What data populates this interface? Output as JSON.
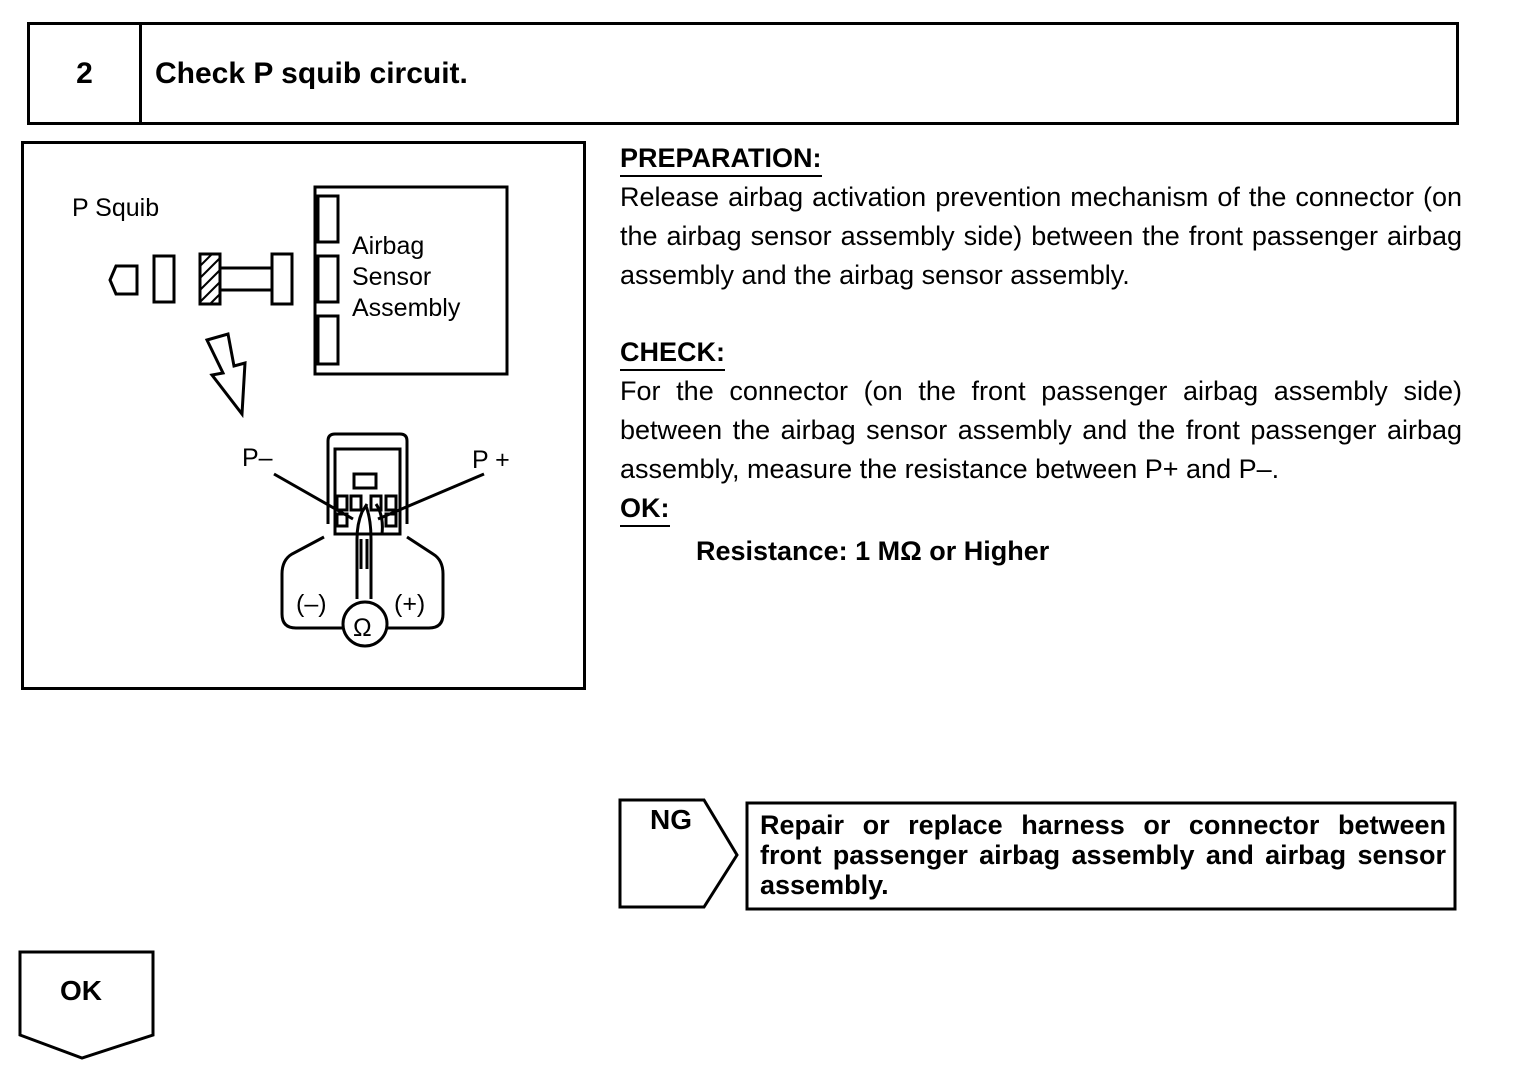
{
  "header": {
    "step_number": "2",
    "title": "Check P squib circuit."
  },
  "figure": {
    "p_squib_label": "P Squib",
    "module_label_lines": [
      "Airbag",
      "Sensor",
      "Assembly"
    ],
    "p_minus_label": "P–",
    "p_plus_label": "P +",
    "minus_label": "(–)",
    "plus_label": "(+)",
    "ohm_symbol": "Ω"
  },
  "preparation": {
    "heading": "PREPARATION:",
    "text": "Release airbag activation prevention mechanism of the connector (on the airbag sensor assembly side) between the front passenger airbag assembly and the airbag sensor assembly."
  },
  "check": {
    "heading": "CHECK:",
    "text": "For the connector (on the front passenger airbag assembly side) between the airbag sensor assembly and the front passenger airbag assembly, measure the resistance between P+ and P–."
  },
  "ok_spec": {
    "heading": "OK:",
    "value": "Resistance: 1 MΩ or Higher"
  },
  "ng_branch": {
    "label": "NG",
    "action": "Repair or replace harness or connector between front passenger airbag assembly and airbag sensor assembly."
  },
  "ok_branch": {
    "label": "OK"
  }
}
